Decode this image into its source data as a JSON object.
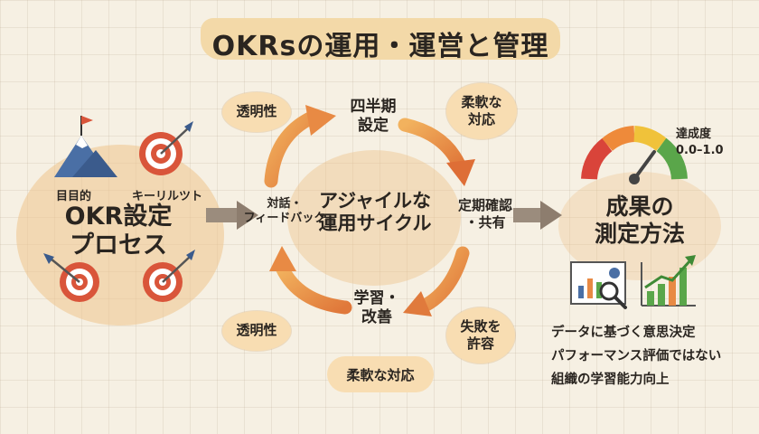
{
  "title": "OKRsの運用・運営と管理",
  "left": {
    "label_goal": "目目的",
    "label_kr": "キーリルツト",
    "main": "OKR設定\nプロセス"
  },
  "center": {
    "label": "アジャイルな\n運用サイクル",
    "nodes": {
      "top": "四半期\n設定",
      "right": "定期確認\n・共有",
      "bottom": "学習・\n改善",
      "left": "対話・\nフィードバック"
    },
    "bubbles": {
      "top_left": "透明性",
      "top_right": "柔軟な\n対応",
      "bottom_left": "透明性",
      "bottom_right": "失敗を\n許容",
      "bottom": "柔軟な対応"
    }
  },
  "right": {
    "gauge_label": "達成度\n0.0–1.0",
    "main": "成果の\n測定方法",
    "bullets": [
      "データに基づく意思決定",
      "パフォーマンス評価ではない",
      "組織の学習能力向上"
    ]
  },
  "colors": {
    "background": "#f6f0e3",
    "bubble": "#f8ddb2",
    "arrow_orange": "#e8964a",
    "arrow_gray": "#9b8c7d",
    "target_red": "#d9553a",
    "gauge_red": "#d9443a",
    "gauge_yellow": "#f0c23a",
    "gauge_green": "#5aa64a"
  },
  "icons": [
    "mountain-flag-icon",
    "target-icon",
    "gauge-icon",
    "chart-magnifier-icon",
    "growth-chart-icon"
  ]
}
